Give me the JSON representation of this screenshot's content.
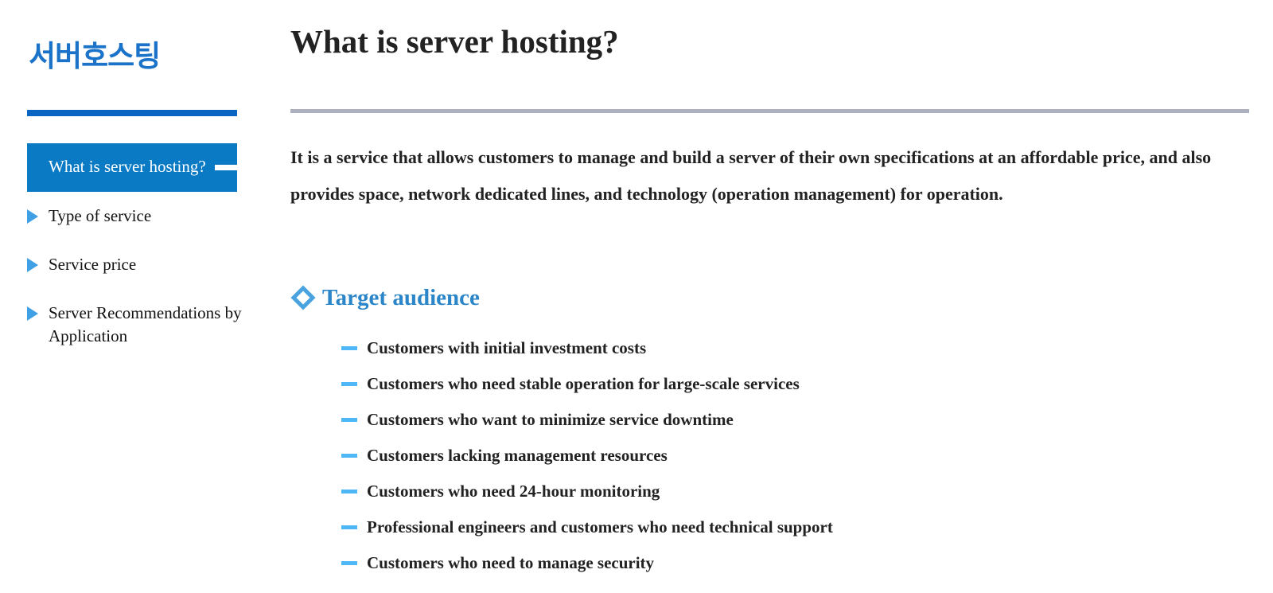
{
  "brand": {
    "title": "서버호스팅"
  },
  "sidebar": {
    "items": [
      {
        "label": "What is server hosting?"
      },
      {
        "label": "Type of service"
      },
      {
        "label": "Service price"
      },
      {
        "label": "Server Recommendations by Application"
      }
    ]
  },
  "main": {
    "title": "What is server hosting?",
    "intro": "It is a service that allows customers to manage and build a server of their own specifications at an affordable price, and also provides space, network dedicated lines, and technology (operation management) for operation.",
    "section": {
      "title": "Target audience",
      "items": [
        "Customers with initial investment costs",
        "Customers who need stable operation for large-scale services",
        "Customers who want to minimize service downtime",
        "Customers lacking management resources",
        "Customers who need 24-hour monitoring",
        "Professional engineers and customers who need technical support",
        "Customers who need to manage security"
      ]
    }
  },
  "colors": {
    "brand": "#1a73c8",
    "active_nav_bg": "#0a7ac4",
    "nav_arrow": "#3fa0e6",
    "section_title": "#2a85c9",
    "bullet_dash": "#4db8f5",
    "title_rule": "#adb0bf"
  },
  "icons": {
    "nav_arrow": "triangle-right-icon",
    "section": "diamond-icon",
    "bullet": "dash-icon"
  }
}
